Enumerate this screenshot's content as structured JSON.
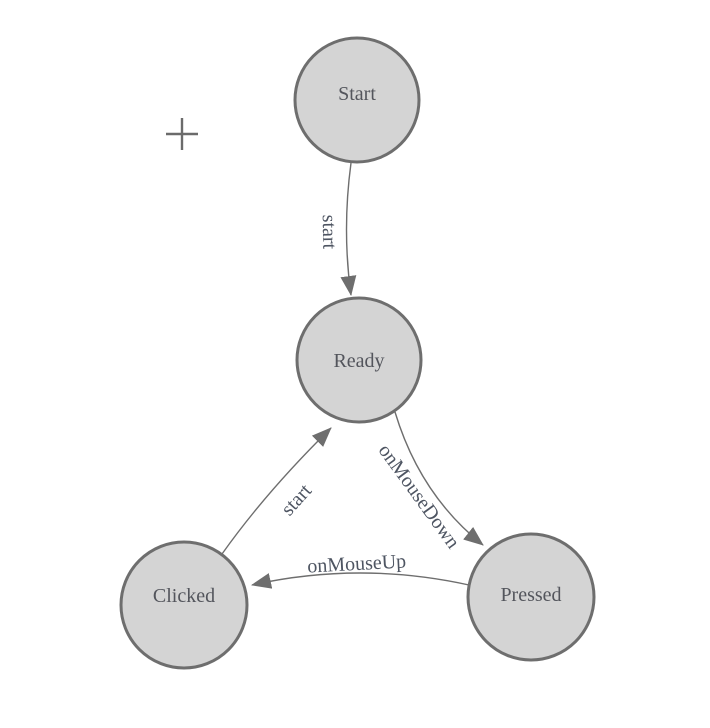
{
  "canvas": {
    "background": "#ffffff",
    "cursor": {
      "type": "crosshair",
      "symbol": "+"
    }
  },
  "diagram": {
    "type": "state-machine",
    "nodes": [
      {
        "id": "start",
        "label": "Start"
      },
      {
        "id": "ready",
        "label": "Ready"
      },
      {
        "id": "clicked",
        "label": "Clicked"
      },
      {
        "id": "pressed",
        "label": "Pressed"
      }
    ],
    "edges": [
      {
        "from": "start",
        "to": "ready",
        "label": "start"
      },
      {
        "from": "ready",
        "to": "pressed",
        "label": "onMouseDown"
      },
      {
        "from": "pressed",
        "to": "clicked",
        "label": "onMouseUp"
      },
      {
        "from": "clicked",
        "to": "ready",
        "label": "start"
      }
    ],
    "colors": {
      "node_fill": "#d4d4d4",
      "node_border": "#6e6e6e",
      "edge_stroke": "#6e6e6e",
      "arrowhead": "#6e6e6e",
      "node_text": "#53555c",
      "edge_text": "#4e5562",
      "crosshair": "#6b6b6b"
    }
  }
}
